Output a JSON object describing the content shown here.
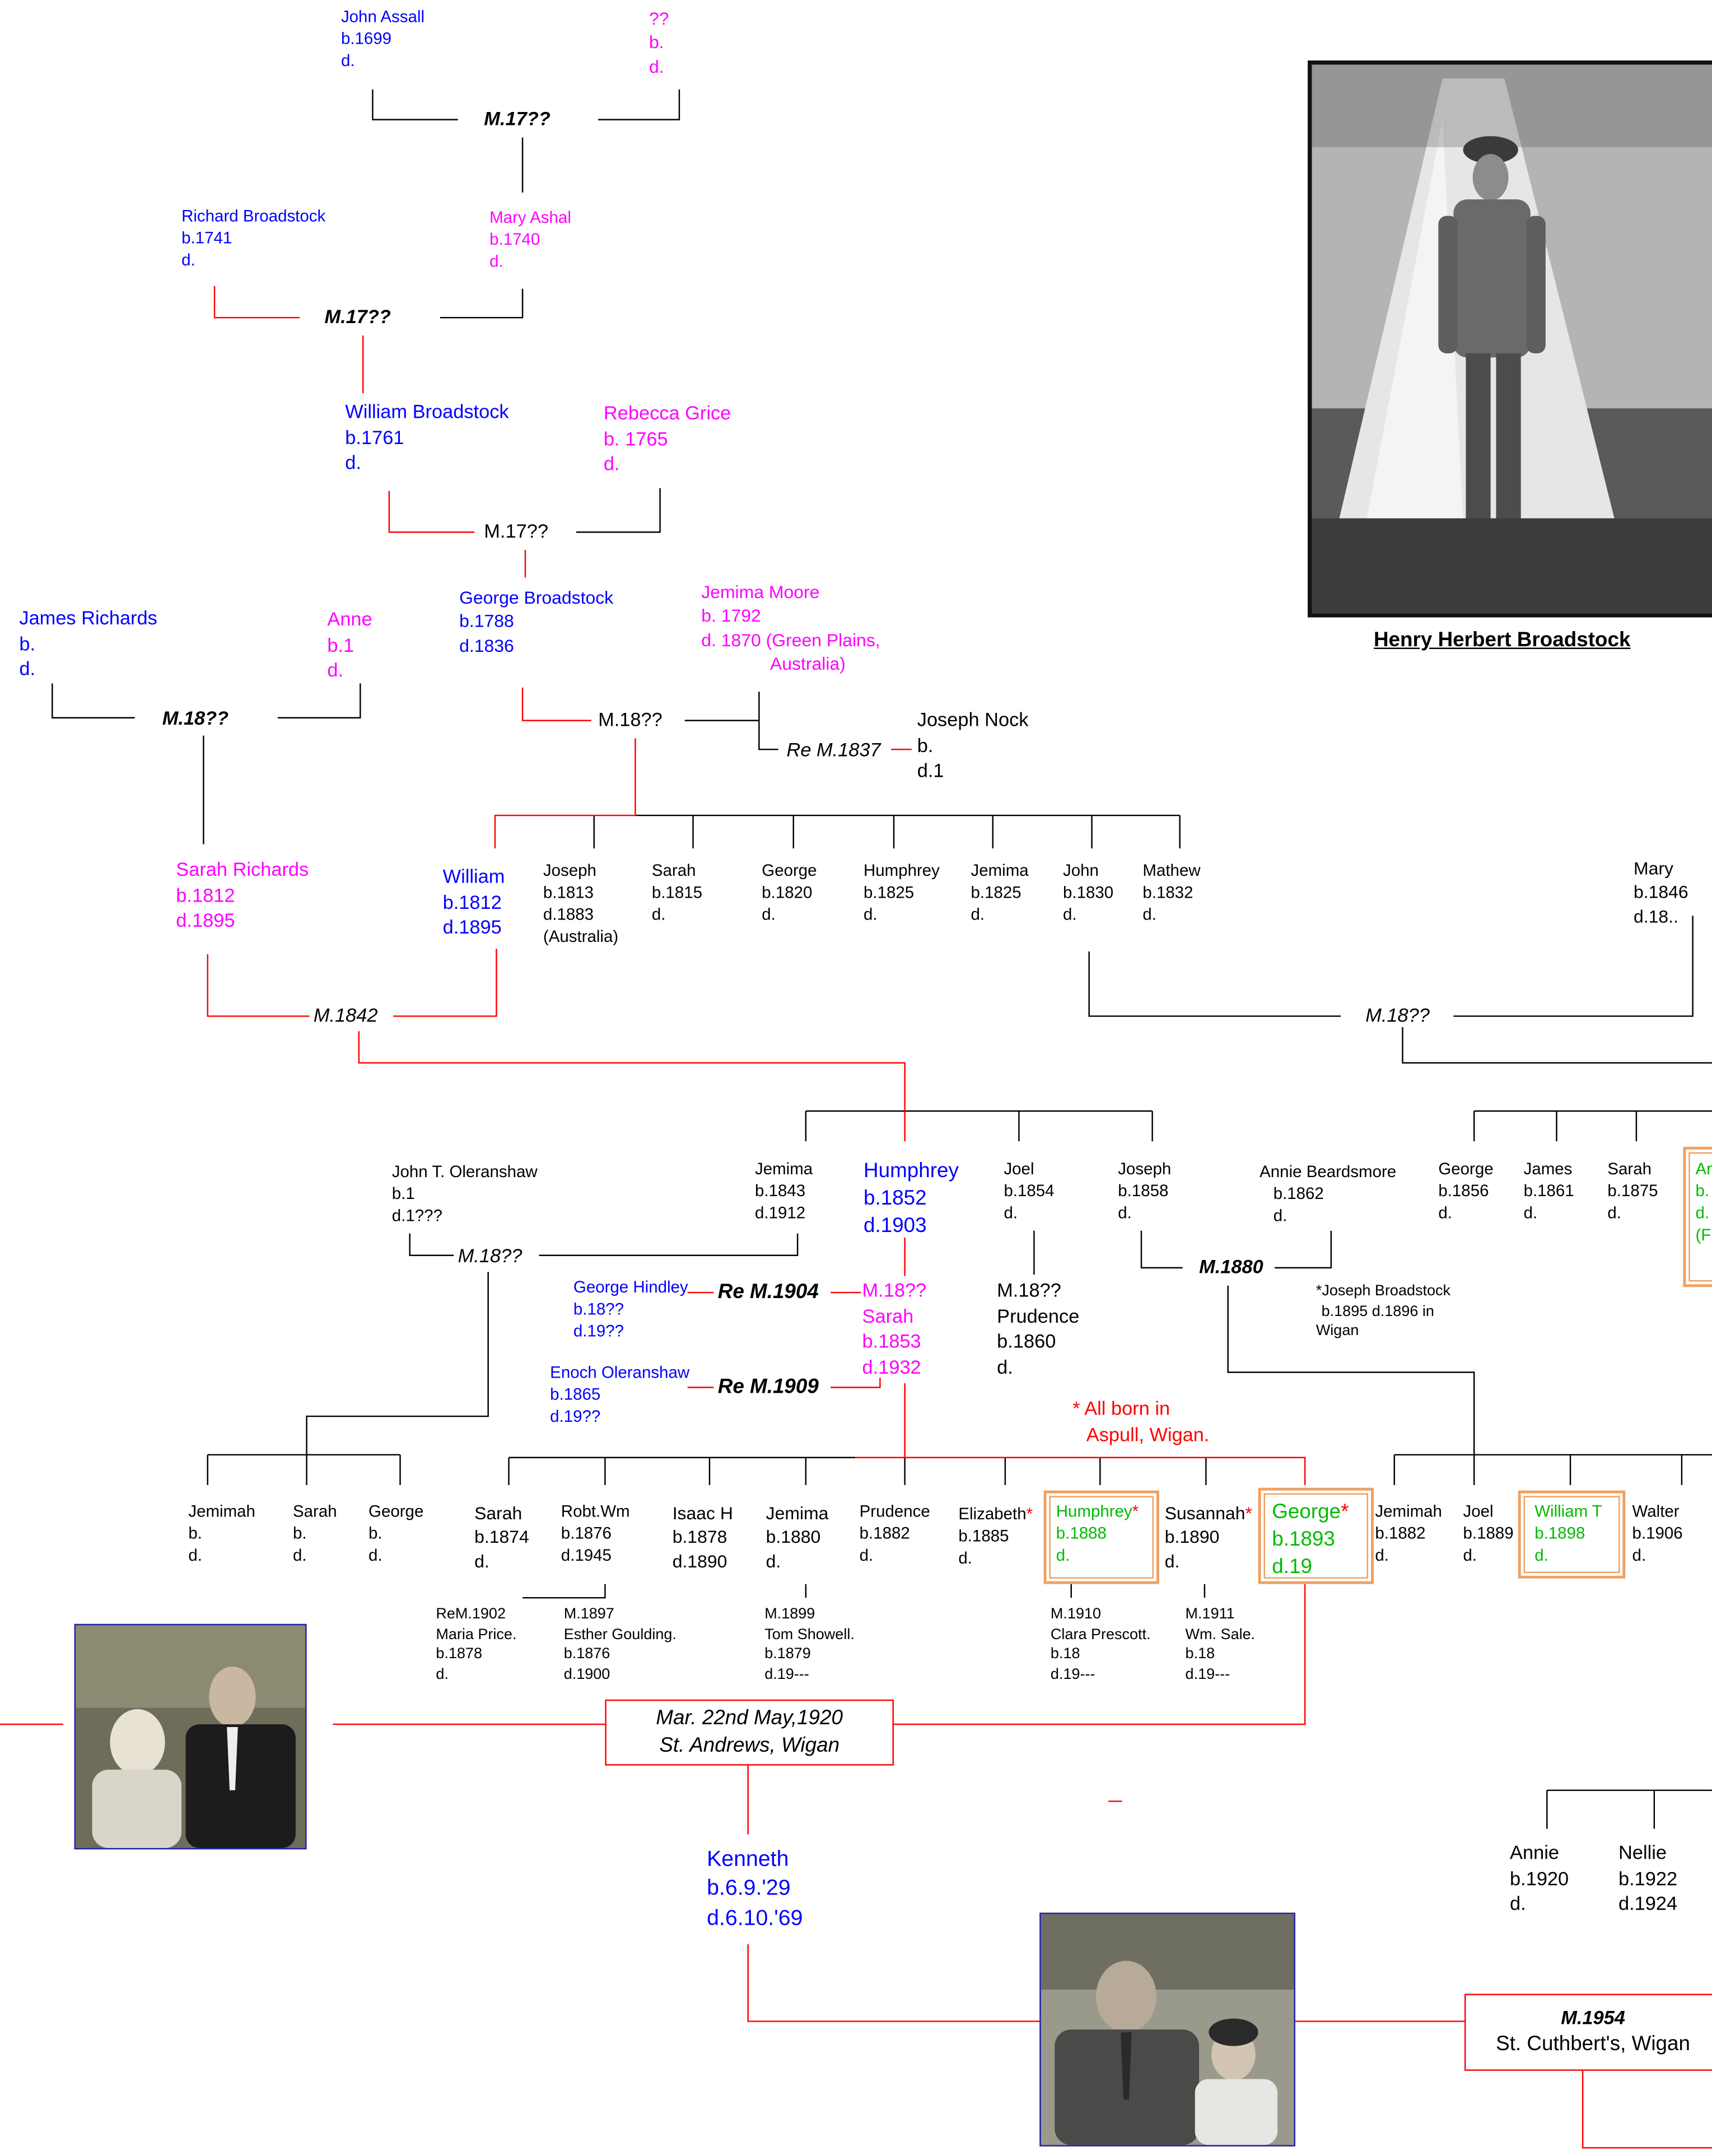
{
  "persons": {
    "john_assall": {
      "name": "John Assall",
      "born": "b.1699",
      "died": "d."
    },
    "unknown_wife": {
      "name": "??",
      "born": "b.",
      "died": "d."
    },
    "richard_broadstock": {
      "name": "Richard Broadstock",
      "born": "b.1741",
      "died": "d."
    },
    "mary_ashal": {
      "name": "Mary Ashal",
      "born": "b.1740",
      "died": "d."
    },
    "william_broadstock": {
      "name": "William Broadstock",
      "born": "b.1761",
      "died": "d."
    },
    "rebecca_grice": {
      "name": "Rebecca Grice",
      "born": "b. 1765",
      "died": "d."
    },
    "james_richards": {
      "name": "James Richards",
      "born": "b.",
      "died": "d."
    },
    "anne": {
      "name": "Anne",
      "born": "b.1",
      "died": "d."
    },
    "george_broadstock": {
      "name": "George Broadstock",
      "born": "b.1788",
      "died": "d.1836"
    },
    "jemima_moore": {
      "name": "Jemima Moore",
      "born": "b. 1792",
      "died": "d. 1870 (Green Plains,",
      "died_place": "Australia)"
    },
    "joseph_nock": {
      "name": "Joseph Nock",
      "born": "b.",
      "died": "d.1"
    },
    "sarah_richards": {
      "name": "Sarah Richards",
      "born": "b.1812",
      "died": "d.1895"
    },
    "william_1812": {
      "name": "William",
      "born": "b.1812",
      "died": "d.1895"
    },
    "joseph_1813": {
      "name": "Joseph",
      "born": "b.1813",
      "died": "d.1883",
      "note": "(Australia)"
    },
    "sarah_1815": {
      "name": "Sarah",
      "born": "b.1815",
      "died": "d."
    },
    "george_1820": {
      "name": "George",
      "born": "b.1820",
      "died": "d."
    },
    "humphrey_1825": {
      "name": "Humphrey",
      "born": "b.1825",
      "died": "d."
    },
    "jemima_1825": {
      "name": "Jemima",
      "born": "b.1825",
      "died": "d."
    },
    "john_1830": {
      "name": "John",
      "born": "b.1830",
      "died": "d."
    },
    "mathew_1832": {
      "name": "Mathew",
      "born": "b.1832",
      "died": "d."
    },
    "mary_1846": {
      "name": "Mary",
      "born": "b.1846",
      "died": "d.18.."
    },
    "john_oleranshaw": {
      "name": "John T. Oleranshaw",
      "born": "b.1",
      "died": "d.1???"
    },
    "jemima_1843": {
      "name": "Jemima",
      "born": "b.1843",
      "died": "d.1912"
    },
    "humphrey_1852": {
      "name": "Humphrey",
      "born": "b.1852",
      "died": "d.1903"
    },
    "joel_1854": {
      "name": "Joel",
      "born": "b.1854",
      "died": "d."
    },
    "joseph_1858": {
      "name": "Joseph",
      "born": "b.1858",
      "died": "d."
    },
    "annie_beardsmore": {
      "name": "Annie Beardsmore",
      "born": "b.1862",
      "died": "d."
    },
    "george_1856": {
      "name": "George",
      "born": "b.1856",
      "died": "d."
    },
    "james_1861": {
      "name": "James",
      "born": "b.1861",
      "died": "d."
    },
    "sarah_1875": {
      "name": "Sarah",
      "born": "b.1875",
      "died": "d."
    },
    "an_partial": {
      "name": "An",
      "born": "b.",
      "died": "d.",
      "note": "(F"
    },
    "george_hindley": {
      "name": "George Hindley",
      "born": "b.18??",
      "died": "d.19??"
    },
    "enoch_oleranshaw": {
      "name": "Enoch Oleranshaw",
      "born": "b.1865",
      "died": "d.19??"
    },
    "sarah_1853": {
      "married": "M.18??",
      "name": "Sarah",
      "born": "b.1853",
      "died": "d.1932"
    },
    "prudence_1860": {
      "married": "M.18??",
      "name": "Prudence",
      "born": "b.1860",
      "died": "d."
    },
    "joseph_1895_note": {
      "line1": "*Joseph Broadstock",
      "line2": "b.1895 d.1896 in",
      "line3": "Wigan"
    },
    "jemimah_a": {
      "name": "Jemimah",
      "born": "b.",
      "died": "d."
    },
    "sarah_a": {
      "name": "Sarah",
      "born": "b.",
      "died": "d."
    },
    "george_a": {
      "name": "George",
      "born": "b.",
      "died": "d."
    },
    "sarah_1874": {
      "name": "Sarah",
      "born": "b.1874",
      "died": "d."
    },
    "robt_1876": {
      "name": "Robt.Wm",
      "born": "b.1876",
      "died": "d.1945"
    },
    "isaac_1878": {
      "name": "Isaac H",
      "born": "b.1878",
      "died": "d.1890"
    },
    "jemima_1880": {
      "name": "Jemima",
      "born": "b.1880",
      "died": "d."
    },
    "prudence_1882": {
      "name": "Prudence",
      "born": "b.1882",
      "died": "d."
    },
    "elizabeth_1885": {
      "name": "Elizabeth",
      "star": "*",
      "born": "b.1885",
      "died": "d."
    },
    "humphrey_1888": {
      "name": "Humphrey",
      "star": "*",
      "born": "b.1888",
      "died": "d."
    },
    "susannah_1890": {
      "name": "Susannah",
      "star": "*",
      "born": "b.1890",
      "died": "d."
    },
    "george_1893": {
      "name": "George",
      "star": "*",
      "born": "b.1893",
      "died": "d.19"
    },
    "jemimah_1882": {
      "name": "Jemimah",
      "born": "b.1882",
      "died": "d."
    },
    "joel_1889": {
      "name": "Joel",
      "born": "b.1889",
      "died": "d."
    },
    "william_t_1898": {
      "name": "William T",
      "born": "b.1898",
      "died": "d."
    },
    "walter_1906": {
      "name": "Walter",
      "born": "b.1906",
      "died": "d."
    },
    "kenneth": {
      "name": "Kenneth",
      "born": "b.6.9.'29",
      "died": "d.6.10.'69"
    },
    "annie_1920": {
      "name": "Annie",
      "born": "b.1920",
      "died": "d."
    },
    "nellie_1922": {
      "name": "Nellie",
      "born": "b.1922",
      "died": "d.1924"
    }
  },
  "spouses": {
    "maria_price": {
      "marriage": "ReM.1902",
      "name": "Maria Price.",
      "born": "b.1878",
      "died": "d."
    },
    "esther_goulding": {
      "marriage": "M.1897",
      "name": "Esther Goulding.",
      "born": "b.1876",
      "died": "d.1900"
    },
    "tom_showell": {
      "marriage": "M.1899",
      "name": "Tom Showell.",
      "born": "b.1879",
      "died": "d.19---"
    },
    "clara_prescott": {
      "marriage": "M.1910",
      "name": "Clara Prescott.",
      "born": "b.18",
      "died": "d.19---"
    },
    "wm_sale": {
      "marriage": "M.1911",
      "name": "Wm. Sale.",
      "born": "b.18",
      "died": "d.19---"
    }
  },
  "marriages": {
    "m1": "M.17??",
    "m2": "M.17??",
    "m3": "M.17??",
    "m4": "M.18??",
    "m5": "M.18??",
    "re1837": "Re M.1837",
    "m1842": "M.1842",
    "m_mary": "M.18??",
    "m_oleranshaw": "M.18??",
    "re1904": "Re M.1904",
    "re1909": "Re M.1909",
    "m1880": "M.1880"
  },
  "notes": {
    "all_born_1": "* All born in",
    "all_born_2": "Aspull, Wigan."
  },
  "wedding_1920": {
    "line1": "Mar. 22nd May,1920",
    "line2": "St. Andrews, Wigan"
  },
  "wedding_1954": {
    "line1": "M.1954",
    "line2": "St. Cuthbert's, Wigan"
  },
  "photos": {
    "main_caption": "Henry Herbert Broadstock"
  },
  "colors": {
    "male": "#0000ff",
    "female": "#ff00ff",
    "line_red": "#ff0000",
    "line_black": "#000000",
    "highlight": "#00bb00",
    "frame": "#f0a060"
  }
}
